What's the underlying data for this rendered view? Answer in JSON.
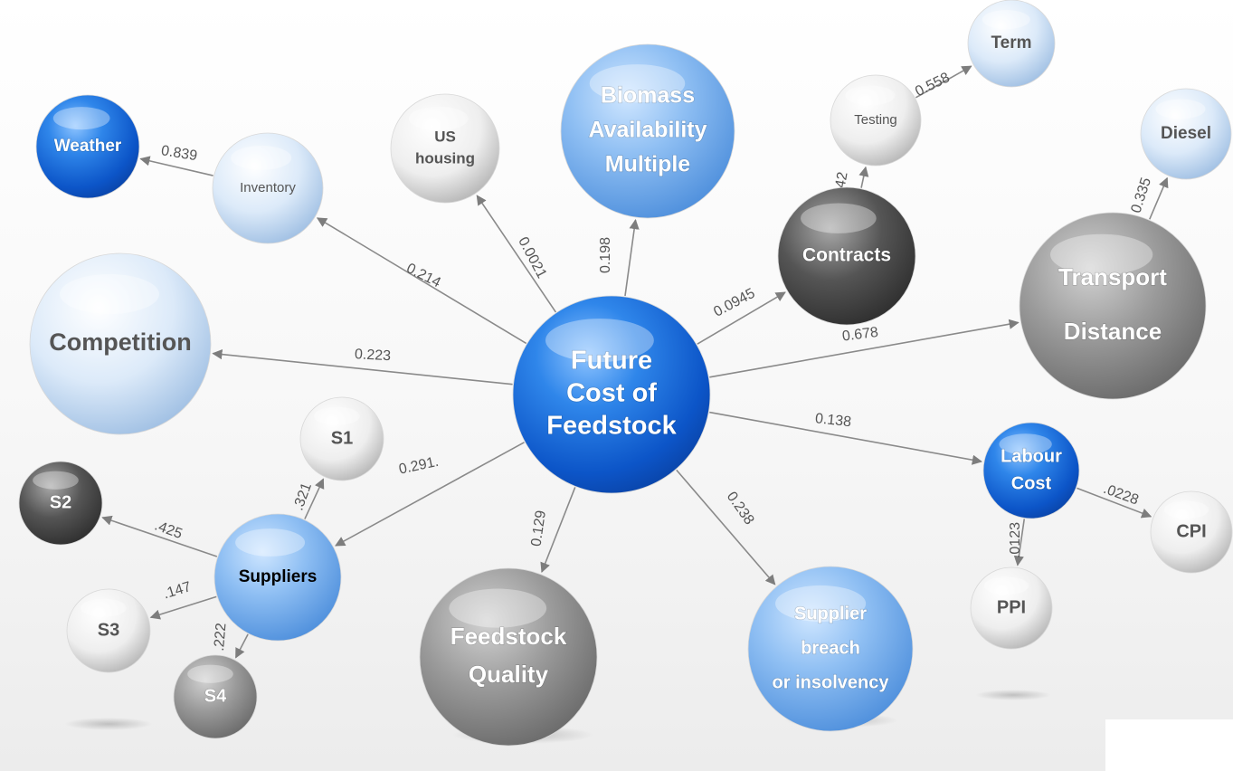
{
  "diagram": {
    "center": {
      "lines": [
        "Future",
        "Cost of",
        "Feedstock"
      ]
    },
    "nodes": {
      "weather": {
        "lines": [
          "Weather"
        ]
      },
      "inventory": {
        "lines": [
          "Inventory"
        ]
      },
      "us_housing": {
        "lines": [
          "US",
          "housing"
        ]
      },
      "biomass": {
        "lines": [
          "Biomass",
          "Availability",
          "Multiple"
        ]
      },
      "testing": {
        "lines": [
          "Testing"
        ]
      },
      "term": {
        "lines": [
          "Term"
        ]
      },
      "contracts": {
        "lines": [
          "Contracts"
        ]
      },
      "diesel": {
        "lines": [
          "Diesel"
        ]
      },
      "transport": {
        "lines": [
          "Transport",
          "Distance"
        ]
      },
      "competition": {
        "lines": [
          "Competition"
        ]
      },
      "labour": {
        "lines": [
          "Labour",
          "Cost"
        ]
      },
      "cpi": {
        "lines": [
          "CPI"
        ]
      },
      "ppi": {
        "lines": [
          "PPI"
        ]
      },
      "s1": {
        "lines": [
          "S1"
        ]
      },
      "s2": {
        "lines": [
          "S2"
        ]
      },
      "s3": {
        "lines": [
          "S3"
        ]
      },
      "s4": {
        "lines": [
          "S4"
        ]
      },
      "suppliers": {
        "lines": [
          "Suppliers"
        ]
      },
      "feedstock_quality": {
        "lines": [
          "Feedstock",
          "Quality"
        ]
      },
      "supplier_breach": {
        "lines": [
          "Supplier",
          "breach",
          "or insolvency"
        ]
      }
    },
    "edges": {
      "inventory_weather": "0.839",
      "center_inventory": "0.214",
      "center_us_housing": "0.0021",
      "center_biomass": "0.198",
      "center_contracts": "0.0945",
      "contracts_testing": "0.442",
      "testing_term": "0.558",
      "transport_diesel": "0.335",
      "center_transport": "0.678",
      "center_competition": "0.223",
      "center_labour": "0.138",
      "labour_cpi": ".0228",
      "labour_ppi": ".0123",
      "center_suppliers": "0.291.",
      "suppliers_s1": ".321",
      "suppliers_s2": ".425",
      "suppliers_s3": ".147",
      "suppliers_s4": ".222",
      "center_feedstock_quality": "0.129",
      "center_supplier_breach": "0.238"
    }
  }
}
